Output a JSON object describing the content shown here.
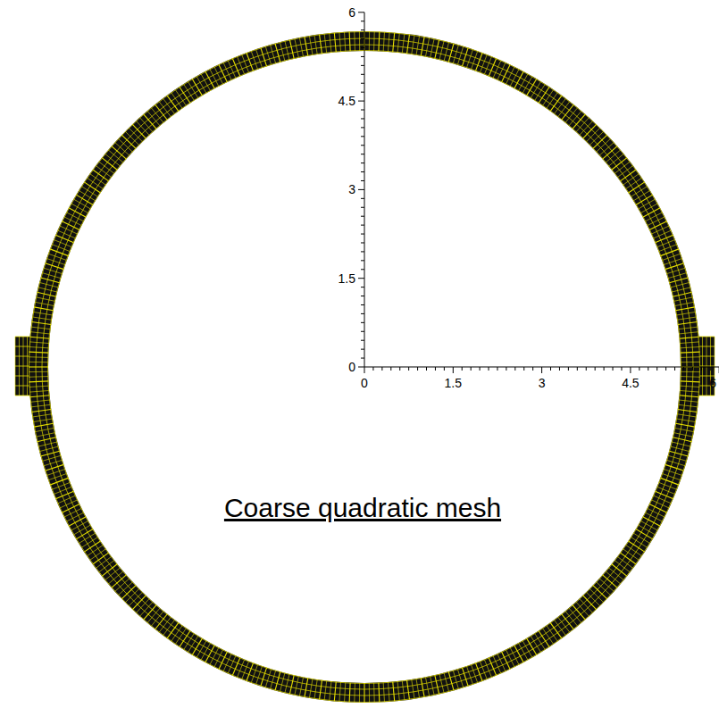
{
  "diagram": {
    "caption": "Coarse quadratic mesh",
    "labels": [
      "6",
      "4.5",
      "3",
      "1.5",
      "0",
      "0",
      "1.5",
      "3",
      "4.5",
      "6"
    ]
  }
}
